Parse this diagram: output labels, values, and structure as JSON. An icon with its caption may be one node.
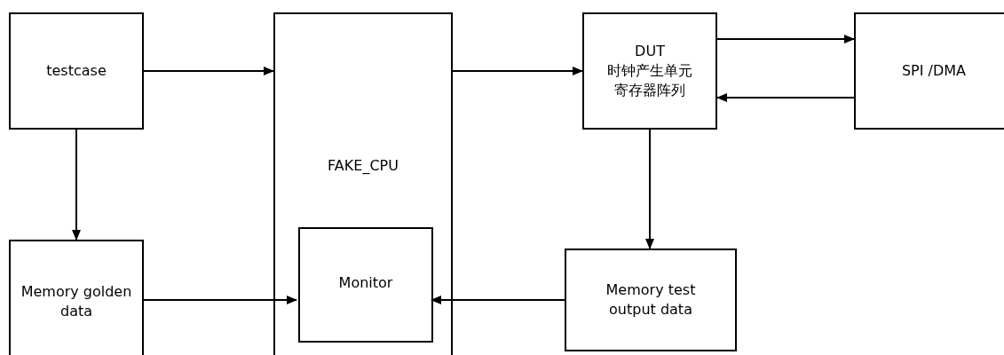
{
  "diagram": {
    "nodes": [
      {
        "text": [
          "testcase"
        ]
      },
      {
        "text": [
          "FAKE_CPU"
        ]
      },
      {
        "text": [
          "Monitor"
        ],
        "in": 1
      },
      {
        "text": [
          "DUT",
          "时钟产生单元",
          "寄存器阵列"
        ]
      },
      {
        "text": [
          "SPI /DMA"
        ]
      },
      {
        "text": [
          "Memory golden data"
        ]
      },
      {
        "text": [
          "Memory test output data"
        ]
      }
    ],
    "edges": [
      {
        "from": 0,
        "to": 1,
        "arrow": "to"
      },
      {
        "from": 1,
        "to": 3,
        "arrow": "to"
      },
      {
        "from": 3,
        "to": 4,
        "arrow": "to"
      },
      {
        "from": 4,
        "to": 3,
        "arrow": "to"
      },
      {
        "from": 0,
        "to": 5,
        "arrow": "to"
      },
      {
        "from": 3,
        "to": 6,
        "arrow": "to"
      },
      {
        "from": 5,
        "to": 2,
        "arrow": "to"
      },
      {
        "from": 6,
        "to": 2,
        "arrow": "to"
      }
    ]
  }
}
